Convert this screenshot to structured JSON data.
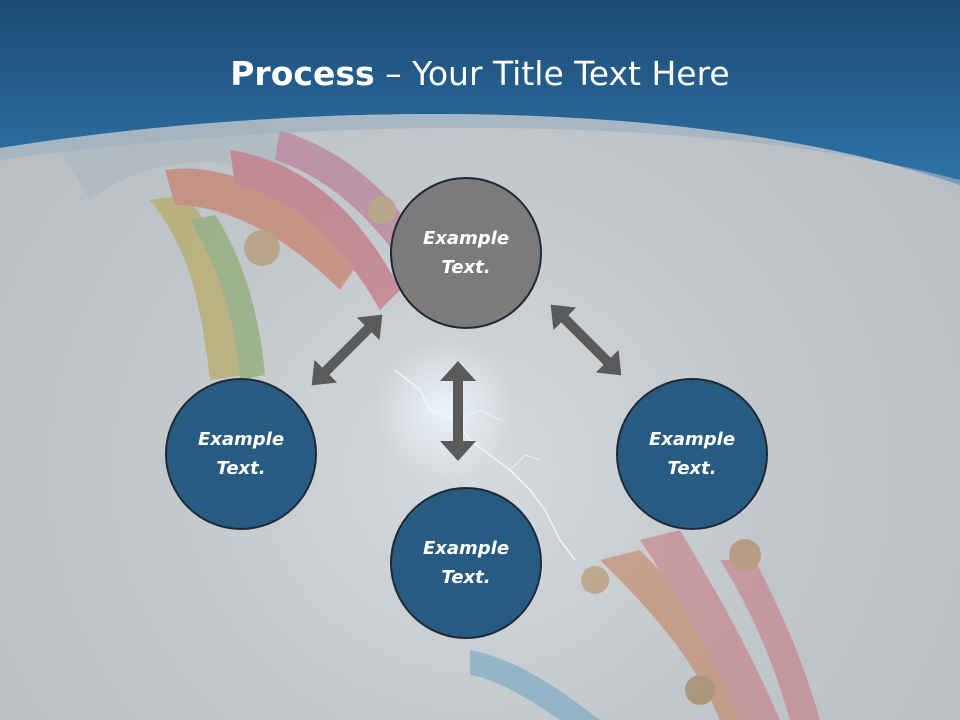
{
  "title": {
    "bold": "Process",
    "dash": " – ",
    "rest": "Your Title Text Here"
  },
  "colors": {
    "header": "#1f5585",
    "node_blue": "#275b82",
    "node_gray": "#7b7b7b",
    "arrow": "#5a5a5a"
  },
  "nodes": {
    "top": "Example Text.",
    "left": "Example Text.",
    "right": "Example Text.",
    "bottom": "Example Text."
  }
}
